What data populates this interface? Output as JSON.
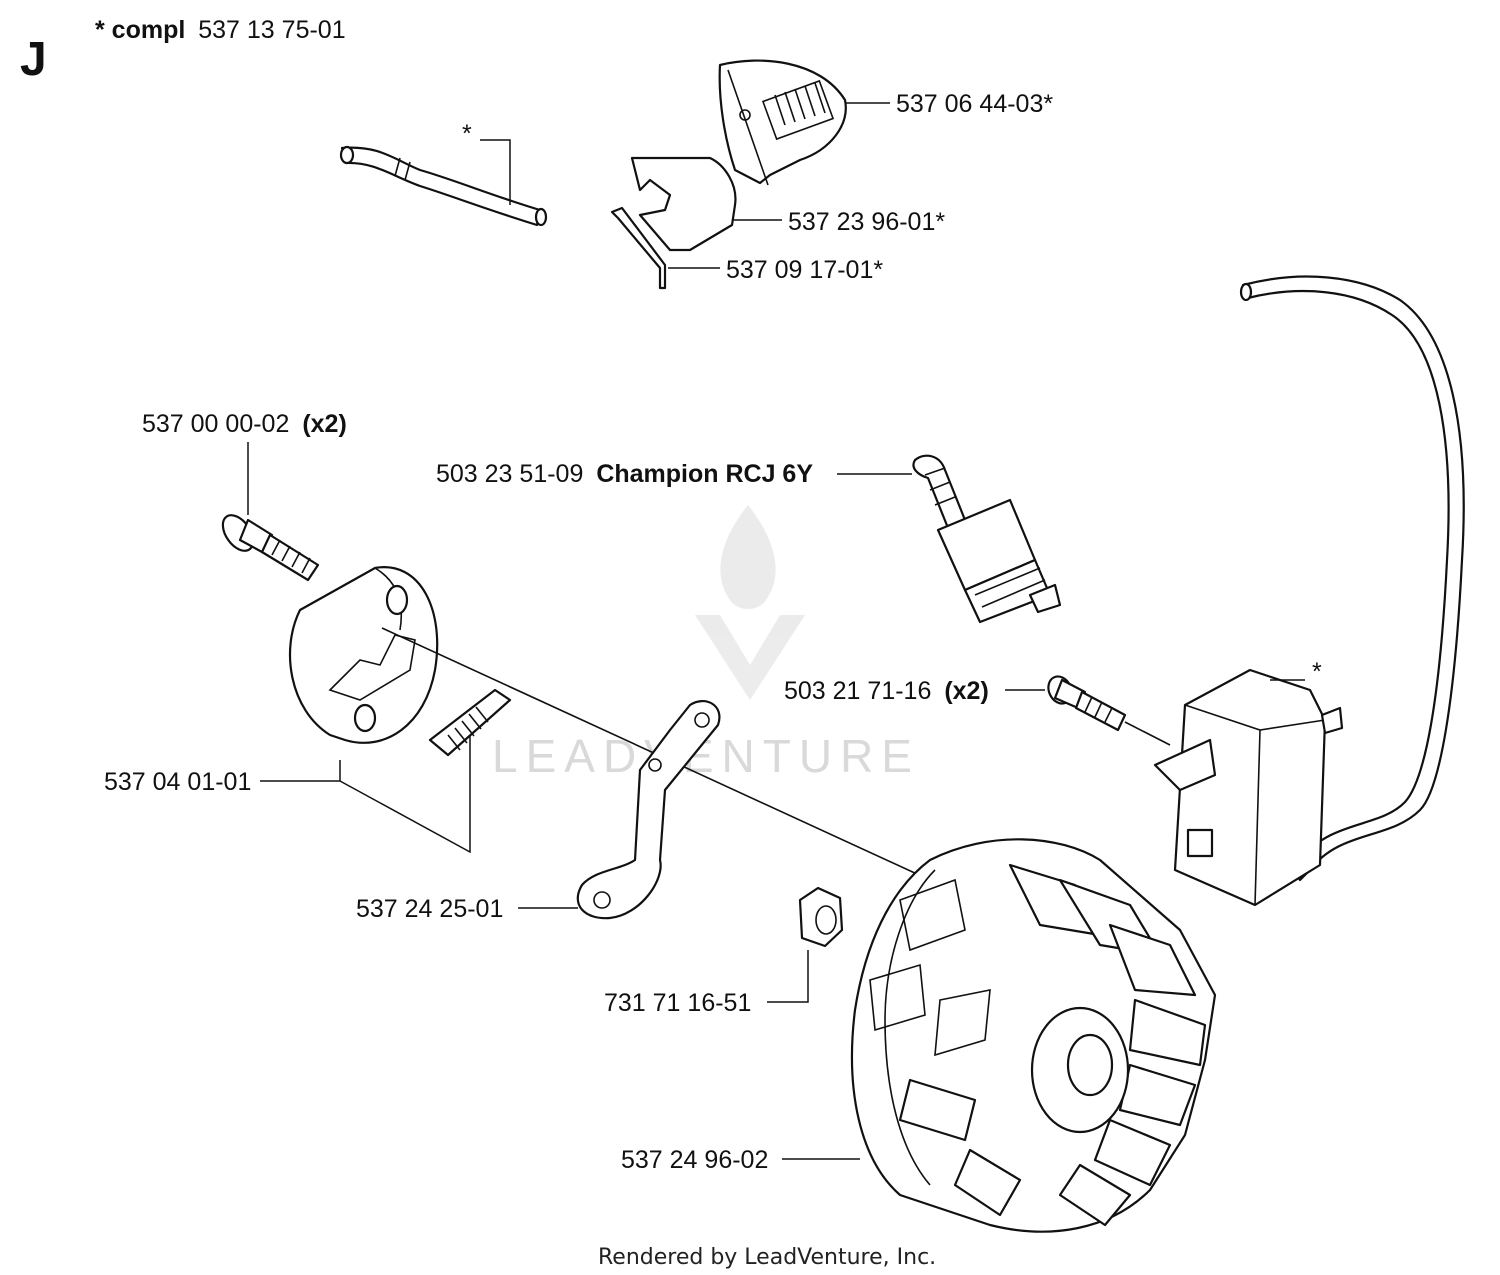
{
  "section": {
    "letter": "J",
    "compl_prefix": "* compl",
    "compl_number": "537 13 75-01"
  },
  "watermark": {
    "brand_text": "LEADVENTURE"
  },
  "parts": [
    {
      "id": "asterisk-tube",
      "label": "*",
      "bold_suffix": ""
    },
    {
      "id": "cover",
      "label": "537 06 44-03*",
      "bold_suffix": ""
    },
    {
      "id": "shield",
      "label": "537 23 96-01*",
      "bold_suffix": ""
    },
    {
      "id": "wire-clip",
      "label": "537 09 17-01*",
      "bold_suffix": ""
    },
    {
      "id": "screw-top",
      "label": "537 00 00-02",
      "bold_suffix": "(x2)"
    },
    {
      "id": "spark-plug",
      "label": "503 23 51-09",
      "bold_suffix": "Champion RCJ 6Y"
    },
    {
      "id": "ignition-screw",
      "label": "503 21 71-16",
      "bold_suffix": "(x2)"
    },
    {
      "id": "ignition-module",
      "label": "*",
      "bold_suffix": ""
    },
    {
      "id": "clutch-hub",
      "label": "537 04 01-01",
      "bold_suffix": ""
    },
    {
      "id": "link-arm",
      "label": "537 24 25-01",
      "bold_suffix": ""
    },
    {
      "id": "nut",
      "label": "731 71 16-51",
      "bold_suffix": ""
    },
    {
      "id": "flywheel",
      "label": "537 24 96-02",
      "bold_suffix": ""
    }
  ],
  "footer": {
    "credit": "Rendered by LeadVenture, Inc."
  }
}
